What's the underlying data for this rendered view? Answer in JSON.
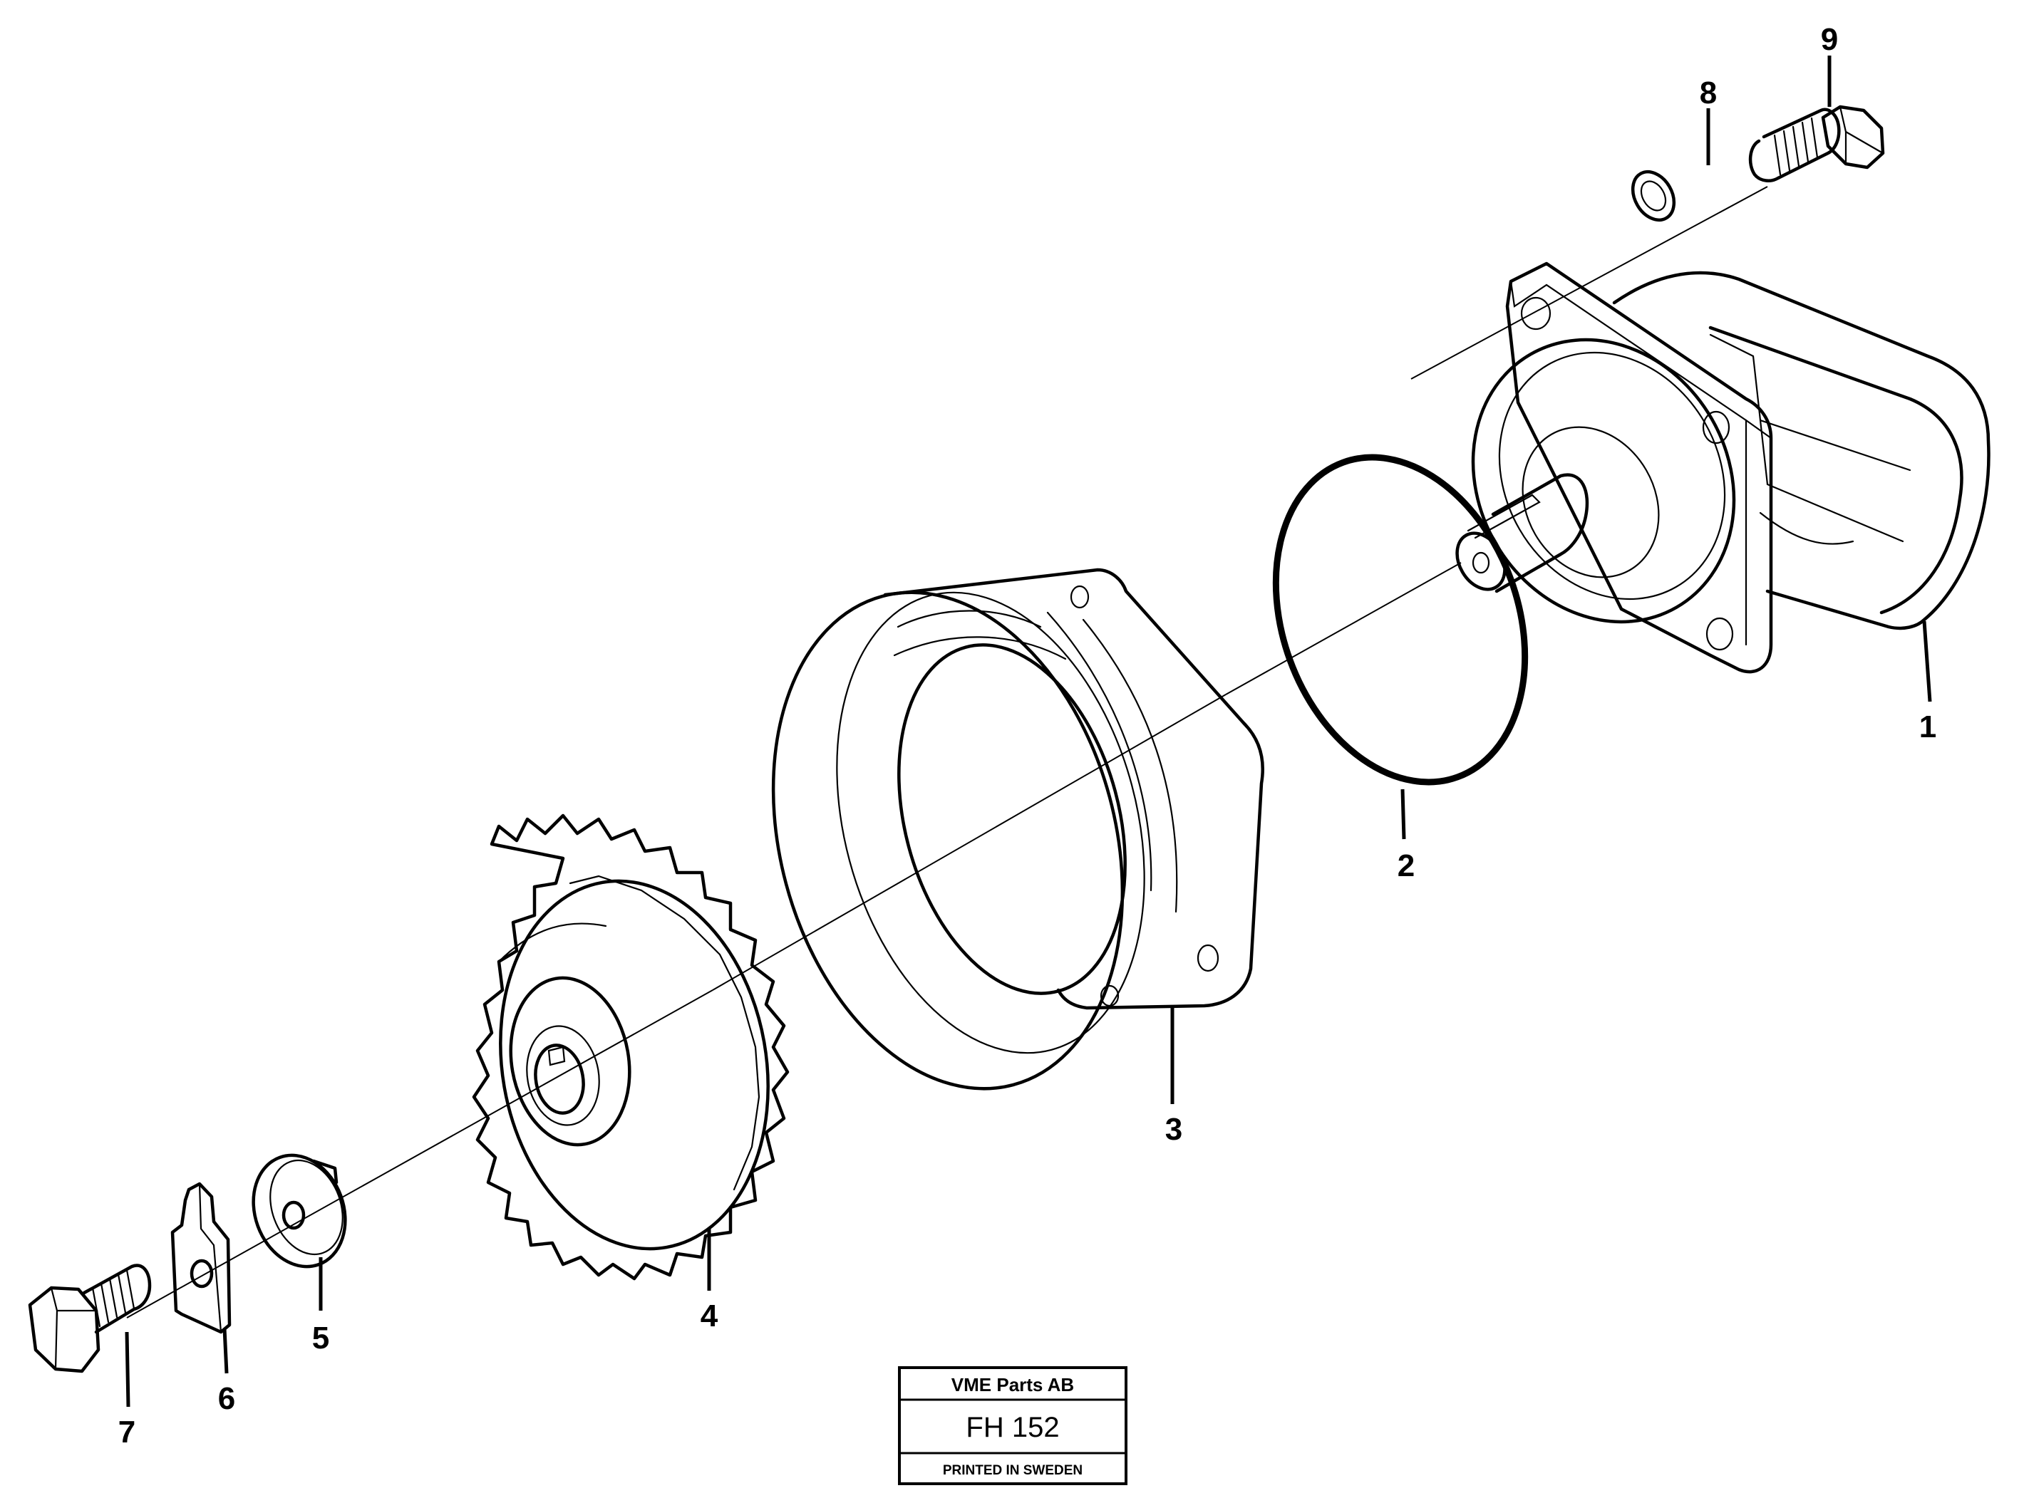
{
  "callouts": {
    "c1": "1",
    "c2": "2",
    "c3": "3",
    "c4": "4",
    "c5": "5",
    "c6": "6",
    "c7": "7",
    "c8": "8",
    "c9": "9"
  },
  "stamp": {
    "company": "VME Parts AB",
    "code": "FH 152",
    "printed": "PRINTED IN SWEDEN"
  }
}
